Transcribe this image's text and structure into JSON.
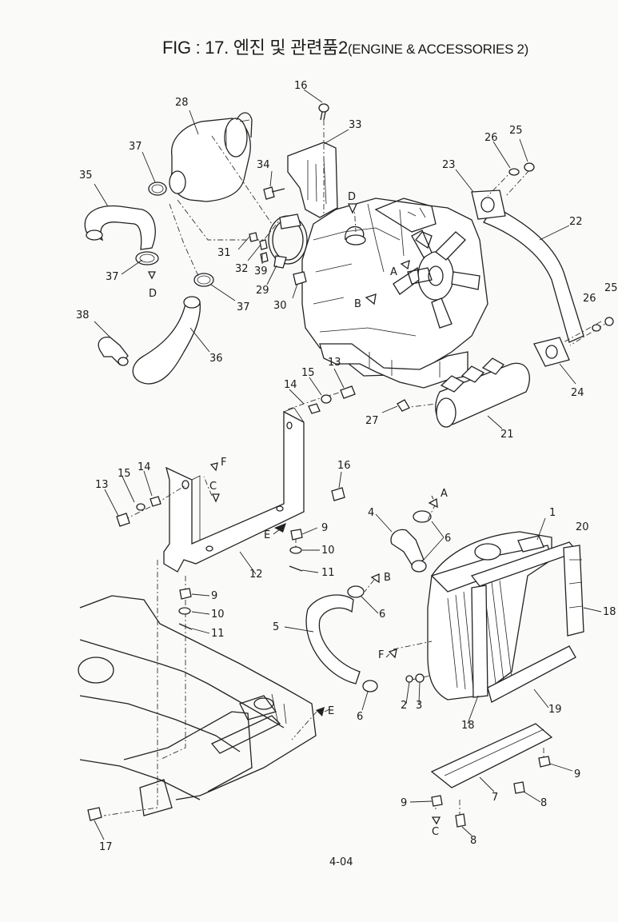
{
  "title": {
    "prefix": "FIG : 17. 엔진 및 관련품2",
    "suffix": "(ENGINE & ACCESSORIES 2)"
  },
  "page_number": "4-04",
  "part_labels": [
    {
      "id": "p16a",
      "text": "16"
    },
    {
      "id": "p28",
      "text": "28"
    },
    {
      "id": "p33",
      "text": "33"
    },
    {
      "id": "p37a",
      "text": "37"
    },
    {
      "id": "p35",
      "text": "35"
    },
    {
      "id": "p34",
      "text": "34"
    },
    {
      "id": "pDa",
      "text": "D"
    },
    {
      "id": "p26a",
      "text": "26"
    },
    {
      "id": "p25a",
      "text": "25"
    },
    {
      "id": "p23",
      "text": "23"
    },
    {
      "id": "p22",
      "text": "22"
    },
    {
      "id": "p31",
      "text": "31"
    },
    {
      "id": "p32",
      "text": "32"
    },
    {
      "id": "p39",
      "text": "39"
    },
    {
      "id": "p29",
      "text": "29"
    },
    {
      "id": "p30",
      "text": "30"
    },
    {
      "id": "p37b",
      "text": "37"
    },
    {
      "id": "pDb",
      "text": "D"
    },
    {
      "id": "p37c",
      "text": "37"
    },
    {
      "id": "pAa",
      "text": "A"
    },
    {
      "id": "pBa",
      "text": "B"
    },
    {
      "id": "p26b",
      "text": "26"
    },
    {
      "id": "p25b",
      "text": "25"
    },
    {
      "id": "p38",
      "text": "38"
    },
    {
      "id": "p36",
      "text": "36"
    },
    {
      "id": "p24",
      "text": "24"
    },
    {
      "id": "p13a",
      "text": "13"
    },
    {
      "id": "p15a",
      "text": "15"
    },
    {
      "id": "p14a",
      "text": "14"
    },
    {
      "id": "p27",
      "text": "27"
    },
    {
      "id": "p21",
      "text": "21"
    },
    {
      "id": "p16b",
      "text": "16"
    },
    {
      "id": "pF1",
      "text": "F"
    },
    {
      "id": "p15b",
      "text": "15"
    },
    {
      "id": "p14b",
      "text": "14"
    },
    {
      "id": "p13b",
      "text": "13"
    },
    {
      "id": "pC1",
      "text": "C"
    },
    {
      "id": "pAb",
      "text": "A"
    },
    {
      "id": "p4",
      "text": "4"
    },
    {
      "id": "p1",
      "text": "1"
    },
    {
      "id": "p20",
      "text": "20"
    },
    {
      "id": "pE1",
      "text": "E"
    },
    {
      "id": "p9a",
      "text": "9"
    },
    {
      "id": "p6a",
      "text": "6"
    },
    {
      "id": "p10a",
      "text": "10"
    },
    {
      "id": "p12",
      "text": "12"
    },
    {
      "id": "p11a",
      "text": "11"
    },
    {
      "id": "pBb",
      "text": "B"
    },
    {
      "id": "p9b",
      "text": "9"
    },
    {
      "id": "p10b",
      "text": "10"
    },
    {
      "id": "p6b",
      "text": "6"
    },
    {
      "id": "p18a",
      "text": "18"
    },
    {
      "id": "p11b",
      "text": "11"
    },
    {
      "id": "p5",
      "text": "5"
    },
    {
      "id": "pF2",
      "text": "F"
    },
    {
      "id": "p2",
      "text": "2"
    },
    {
      "id": "p3",
      "text": "3"
    },
    {
      "id": "p19",
      "text": "19"
    },
    {
      "id": "p18b",
      "text": "18"
    },
    {
      "id": "pE2",
      "text": "E"
    },
    {
      "id": "p6c",
      "text": "6"
    },
    {
      "id": "p9c",
      "text": "9"
    },
    {
      "id": "p7",
      "text": "7"
    },
    {
      "id": "p9d",
      "text": "9"
    },
    {
      "id": "p8a",
      "text": "8"
    },
    {
      "id": "pC2",
      "text": "C"
    },
    {
      "id": "p17",
      "text": "17"
    },
    {
      "id": "p8b",
      "text": "8"
    }
  ]
}
